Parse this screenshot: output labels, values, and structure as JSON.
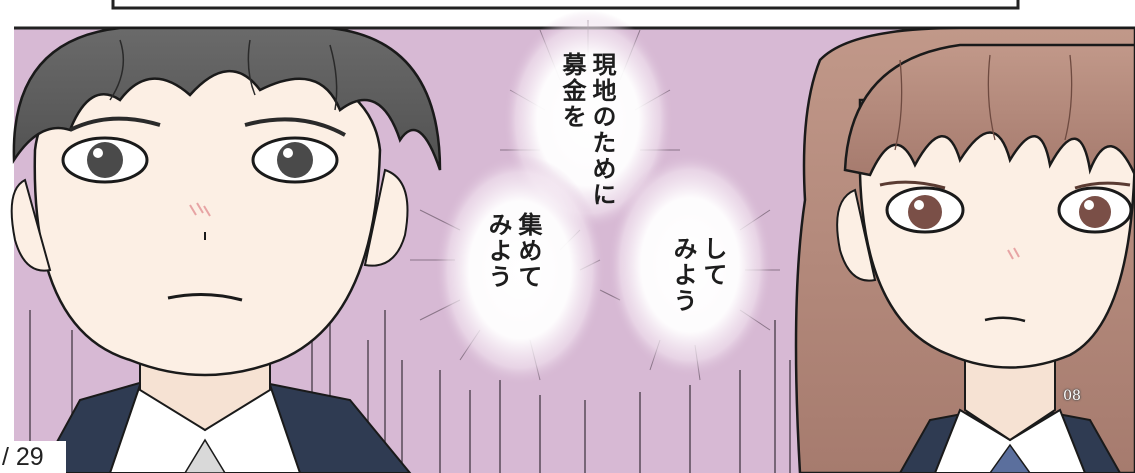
{
  "manga": {
    "panel_1_bubbles": [
      {
        "id": "top",
        "lines": [
          "現地のために",
          "募金を"
        ]
      },
      {
        "id": "left",
        "lines": [
          "集めて",
          "みよう"
        ]
      },
      {
        "id": "right",
        "lines": [
          "して",
          "みよう"
        ]
      }
    ],
    "page_number_label": "08"
  },
  "viewer": {
    "page_counter": "/ 29"
  },
  "colors": {
    "background_purple": "#d7b9d4",
    "boy_hair": "#5c5c5c",
    "girl_hair": "#b28678",
    "skin": "#fcefe4",
    "blazer": "#2f3b52",
    "blush": "#e7a4a4"
  },
  "icons": [
    "speech-bubble-burst-icon"
  ]
}
